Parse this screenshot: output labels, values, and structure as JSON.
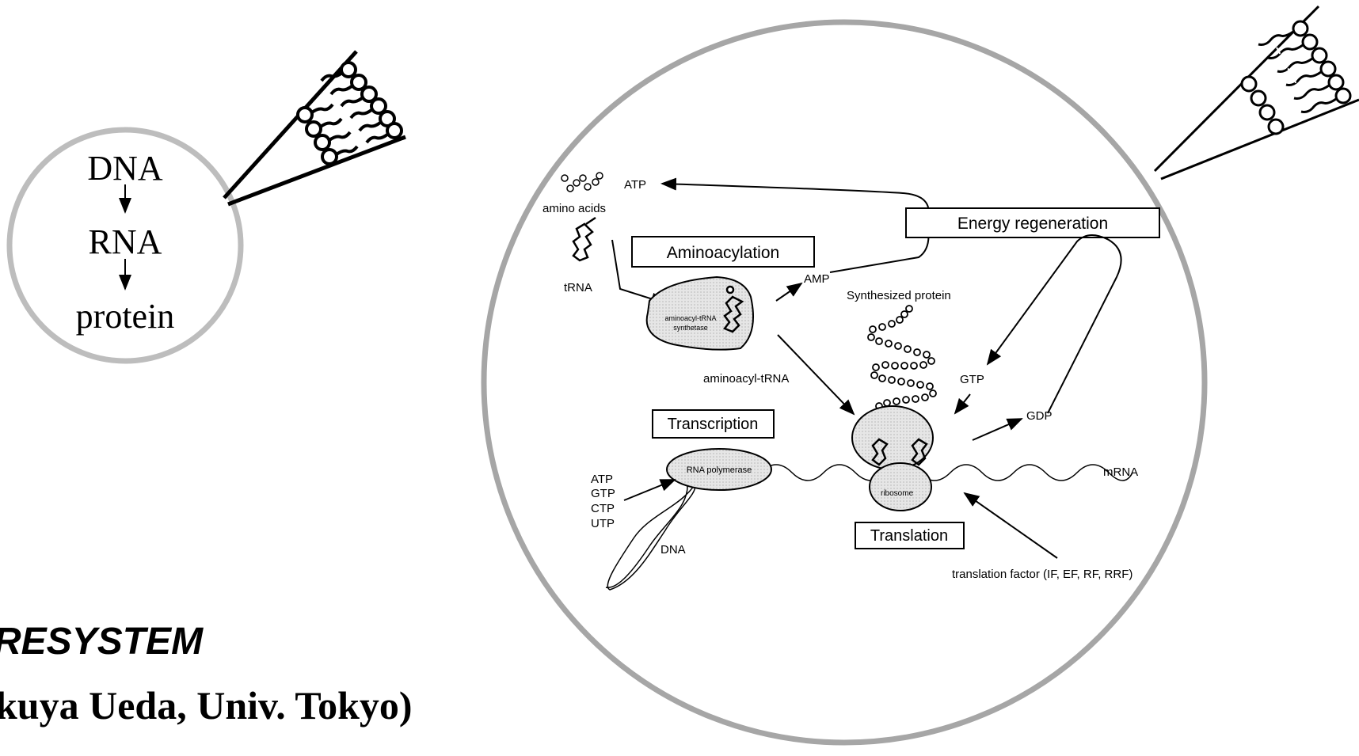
{
  "small_cell": {
    "line1": "DNA",
    "line2": "RNA",
    "line3": "protein"
  },
  "caption": {
    "title": "RESYSTEM",
    "credit": "kuya Ueda, Univ. Tokyo)"
  },
  "big_cell": {
    "atp_top": "ATP",
    "amino_acids": "amino acids",
    "trna": "tRNA",
    "aminoacylation": "Aminoacylation",
    "amp": "AMP",
    "synthetase_line1": "aminoacyl-tRNA",
    "synthetase_line2": "synthetase",
    "aminoacyl_trna": "aminoacyl-tRNA",
    "energy_regeneration": "Energy regeneration",
    "synthesized_protein": "Synthesized protein",
    "gtp": "GTP",
    "gdp": "GDP",
    "transcription": "Transcription",
    "rna_polymerase": "RNA polymerase",
    "ntp1": "ATP",
    "ntp2": "GTP",
    "ntp3": "CTP",
    "ntp4": "UTP",
    "dna": "DNA",
    "ribosome": "ribosome",
    "mrna": "mRNA",
    "translation": "Translation",
    "translation_factor": "translation factor (IF, EF, RF, RRF)"
  }
}
